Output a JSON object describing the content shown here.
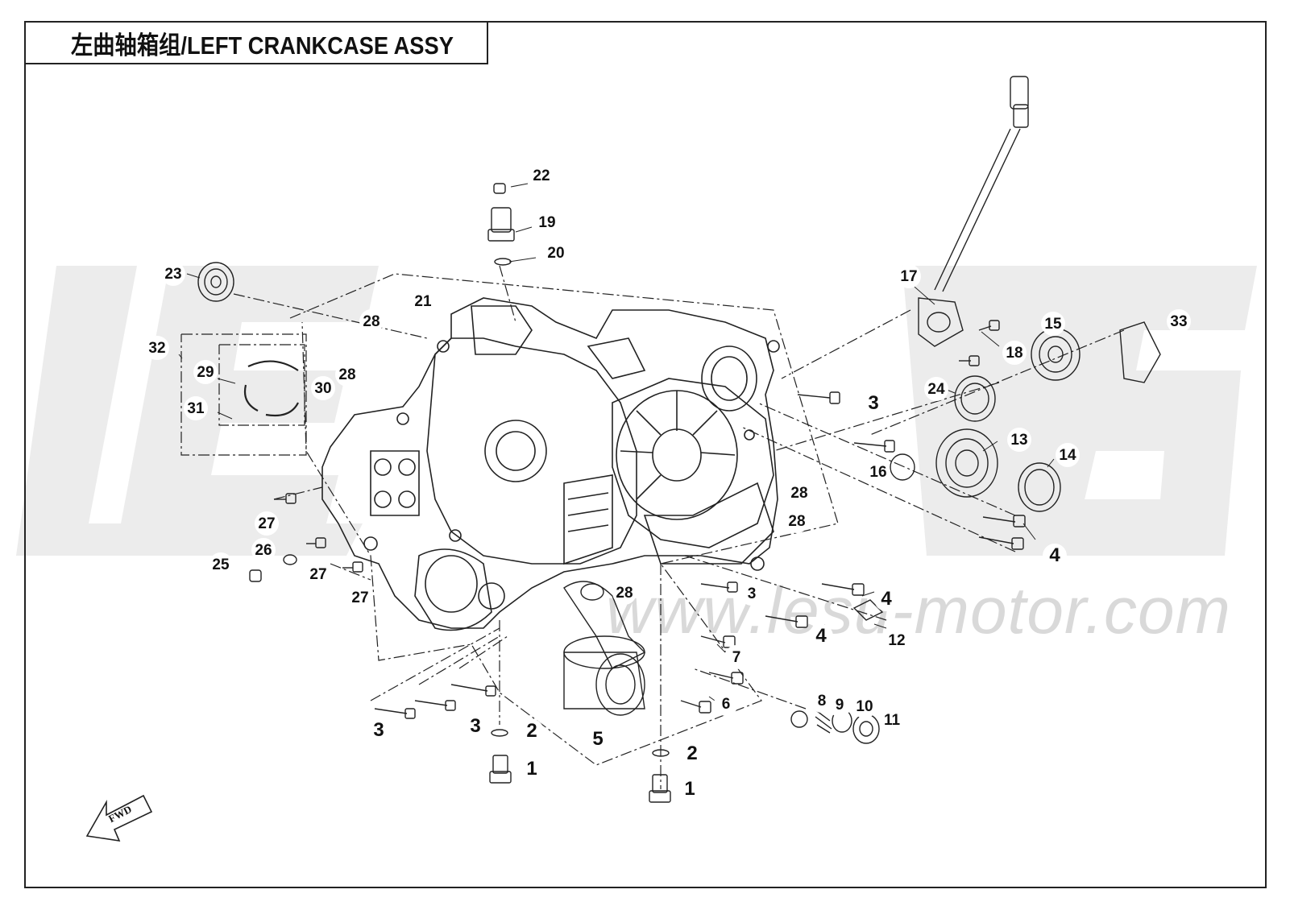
{
  "title": "左曲轴箱组/LEFT CRANKCASE ASSY",
  "watermark_url": "www.lesu-motor.com",
  "fwd_label": "FWD",
  "callouts": [
    {
      "id": "c22",
      "text": "22"
    },
    {
      "id": "c19",
      "text": "19"
    },
    {
      "id": "c20",
      "text": "20"
    },
    {
      "id": "c23",
      "text": "23"
    },
    {
      "id": "c21",
      "text": "21"
    },
    {
      "id": "c28a",
      "text": "28"
    },
    {
      "id": "c32",
      "text": "32"
    },
    {
      "id": "c29",
      "text": "29"
    },
    {
      "id": "c28b",
      "text": "28"
    },
    {
      "id": "c30",
      "text": "30"
    },
    {
      "id": "c31",
      "text": "31"
    },
    {
      "id": "c17",
      "text": "17"
    },
    {
      "id": "c18",
      "text": "18"
    },
    {
      "id": "c15",
      "text": "15"
    },
    {
      "id": "c33",
      "text": "33"
    },
    {
      "id": "c3a",
      "text": "3"
    },
    {
      "id": "c24",
      "text": "24"
    },
    {
      "id": "c13",
      "text": "13"
    },
    {
      "id": "c14",
      "text": "14"
    },
    {
      "id": "c16",
      "text": "16"
    },
    {
      "id": "c28c",
      "text": "28"
    },
    {
      "id": "c28d",
      "text": "28"
    },
    {
      "id": "c4a",
      "text": "4"
    },
    {
      "id": "c27a",
      "text": "27"
    },
    {
      "id": "c26",
      "text": "26"
    },
    {
      "id": "c25",
      "text": "25"
    },
    {
      "id": "c27b",
      "text": "27"
    },
    {
      "id": "c27c",
      "text": "27"
    },
    {
      "id": "c28e",
      "text": "28"
    },
    {
      "id": "c3b",
      "text": "3"
    },
    {
      "id": "c4b",
      "text": "4"
    },
    {
      "id": "c4c",
      "text": "4"
    },
    {
      "id": "c12",
      "text": "12"
    },
    {
      "id": "c7",
      "text": "7"
    },
    {
      "id": "c6",
      "text": "6"
    },
    {
      "id": "c8",
      "text": "8"
    },
    {
      "id": "c9",
      "text": "9"
    },
    {
      "id": "c10",
      "text": "10"
    },
    {
      "id": "c11",
      "text": "11"
    },
    {
      "id": "c3c",
      "text": "3"
    },
    {
      "id": "c3d",
      "text": "3"
    },
    {
      "id": "c2a",
      "text": "2"
    },
    {
      "id": "c5",
      "text": "5"
    },
    {
      "id": "c2b",
      "text": "2"
    },
    {
      "id": "c1a",
      "text": "1"
    },
    {
      "id": "c1b",
      "text": "1"
    }
  ]
}
